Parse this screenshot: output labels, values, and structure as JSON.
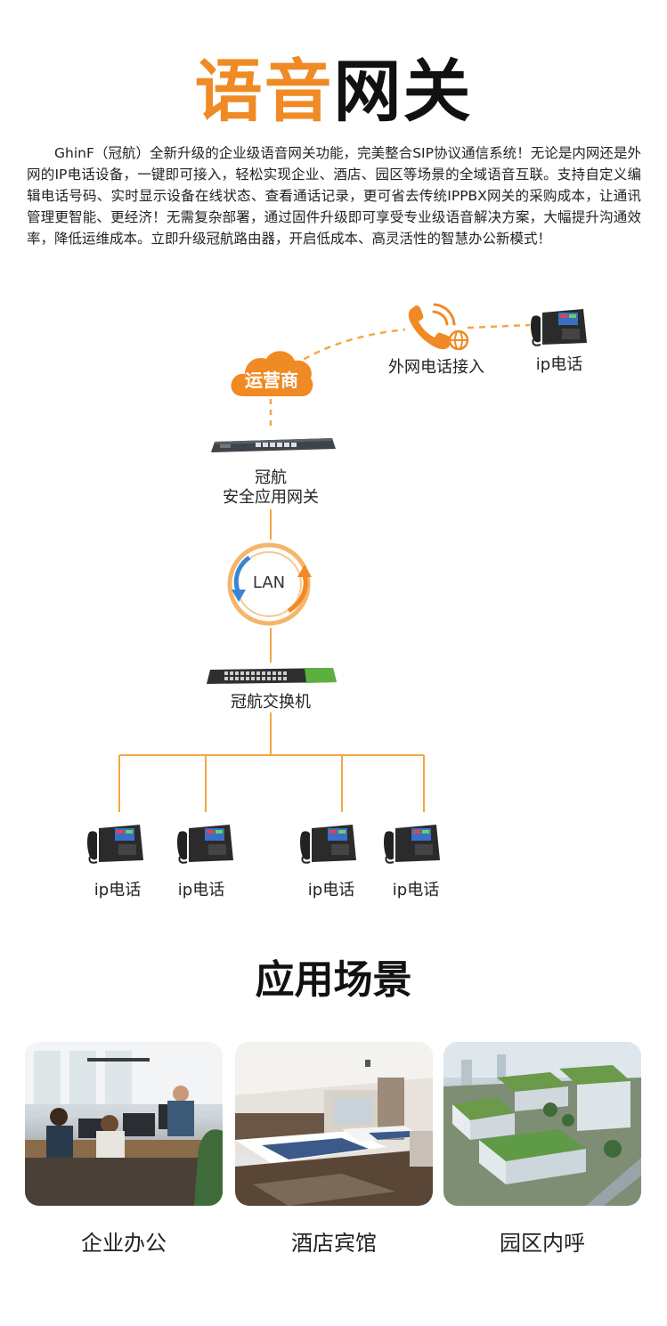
{
  "header": {
    "title_orange": "语音",
    "title_black": "网关"
  },
  "intro": {
    "text": "GhinF（冠航）全新升级的企业级语音网关功能，完美整合SIP协议通信系统！无论是内网还是外网的IP电话设备，一键即可接入，轻松实现企业、酒店、园区等场景的全域语音互联。支持自定义编辑电话号码、实时显示设备在线状态、查看通话记录，更可省去传统IPPBX网关的采购成本，让通讯管理更智能、更经济！无需复杂部署，通过固件升级即可享受专业级语音解决方案，大幅提升沟通效率，降低运维成本。立即升级冠航路由器，开启低成本、高灵活性的智慧办公新模式！"
  },
  "diagram": {
    "cloud_label": "运营商",
    "external_label": "外网电话接入",
    "ip_phone_top_label": "ip电话",
    "gateway_label_line1": "冠航",
    "gateway_label_line2": "安全应用网关",
    "lan_label": "LAN",
    "switch_label": "冠航交换机",
    "phones": [
      {
        "label": "ip电话"
      },
      {
        "label": "ip电话"
      },
      {
        "label": "ip电话"
      },
      {
        "label": "ip电话"
      }
    ]
  },
  "scenarios": {
    "title": "应用场景",
    "items": [
      {
        "label": "企业办公"
      },
      {
        "label": "酒店宾馆"
      },
      {
        "label": "园区内呼"
      }
    ]
  },
  "colors": {
    "accent": "#f08a24",
    "line": "#f5a646"
  }
}
